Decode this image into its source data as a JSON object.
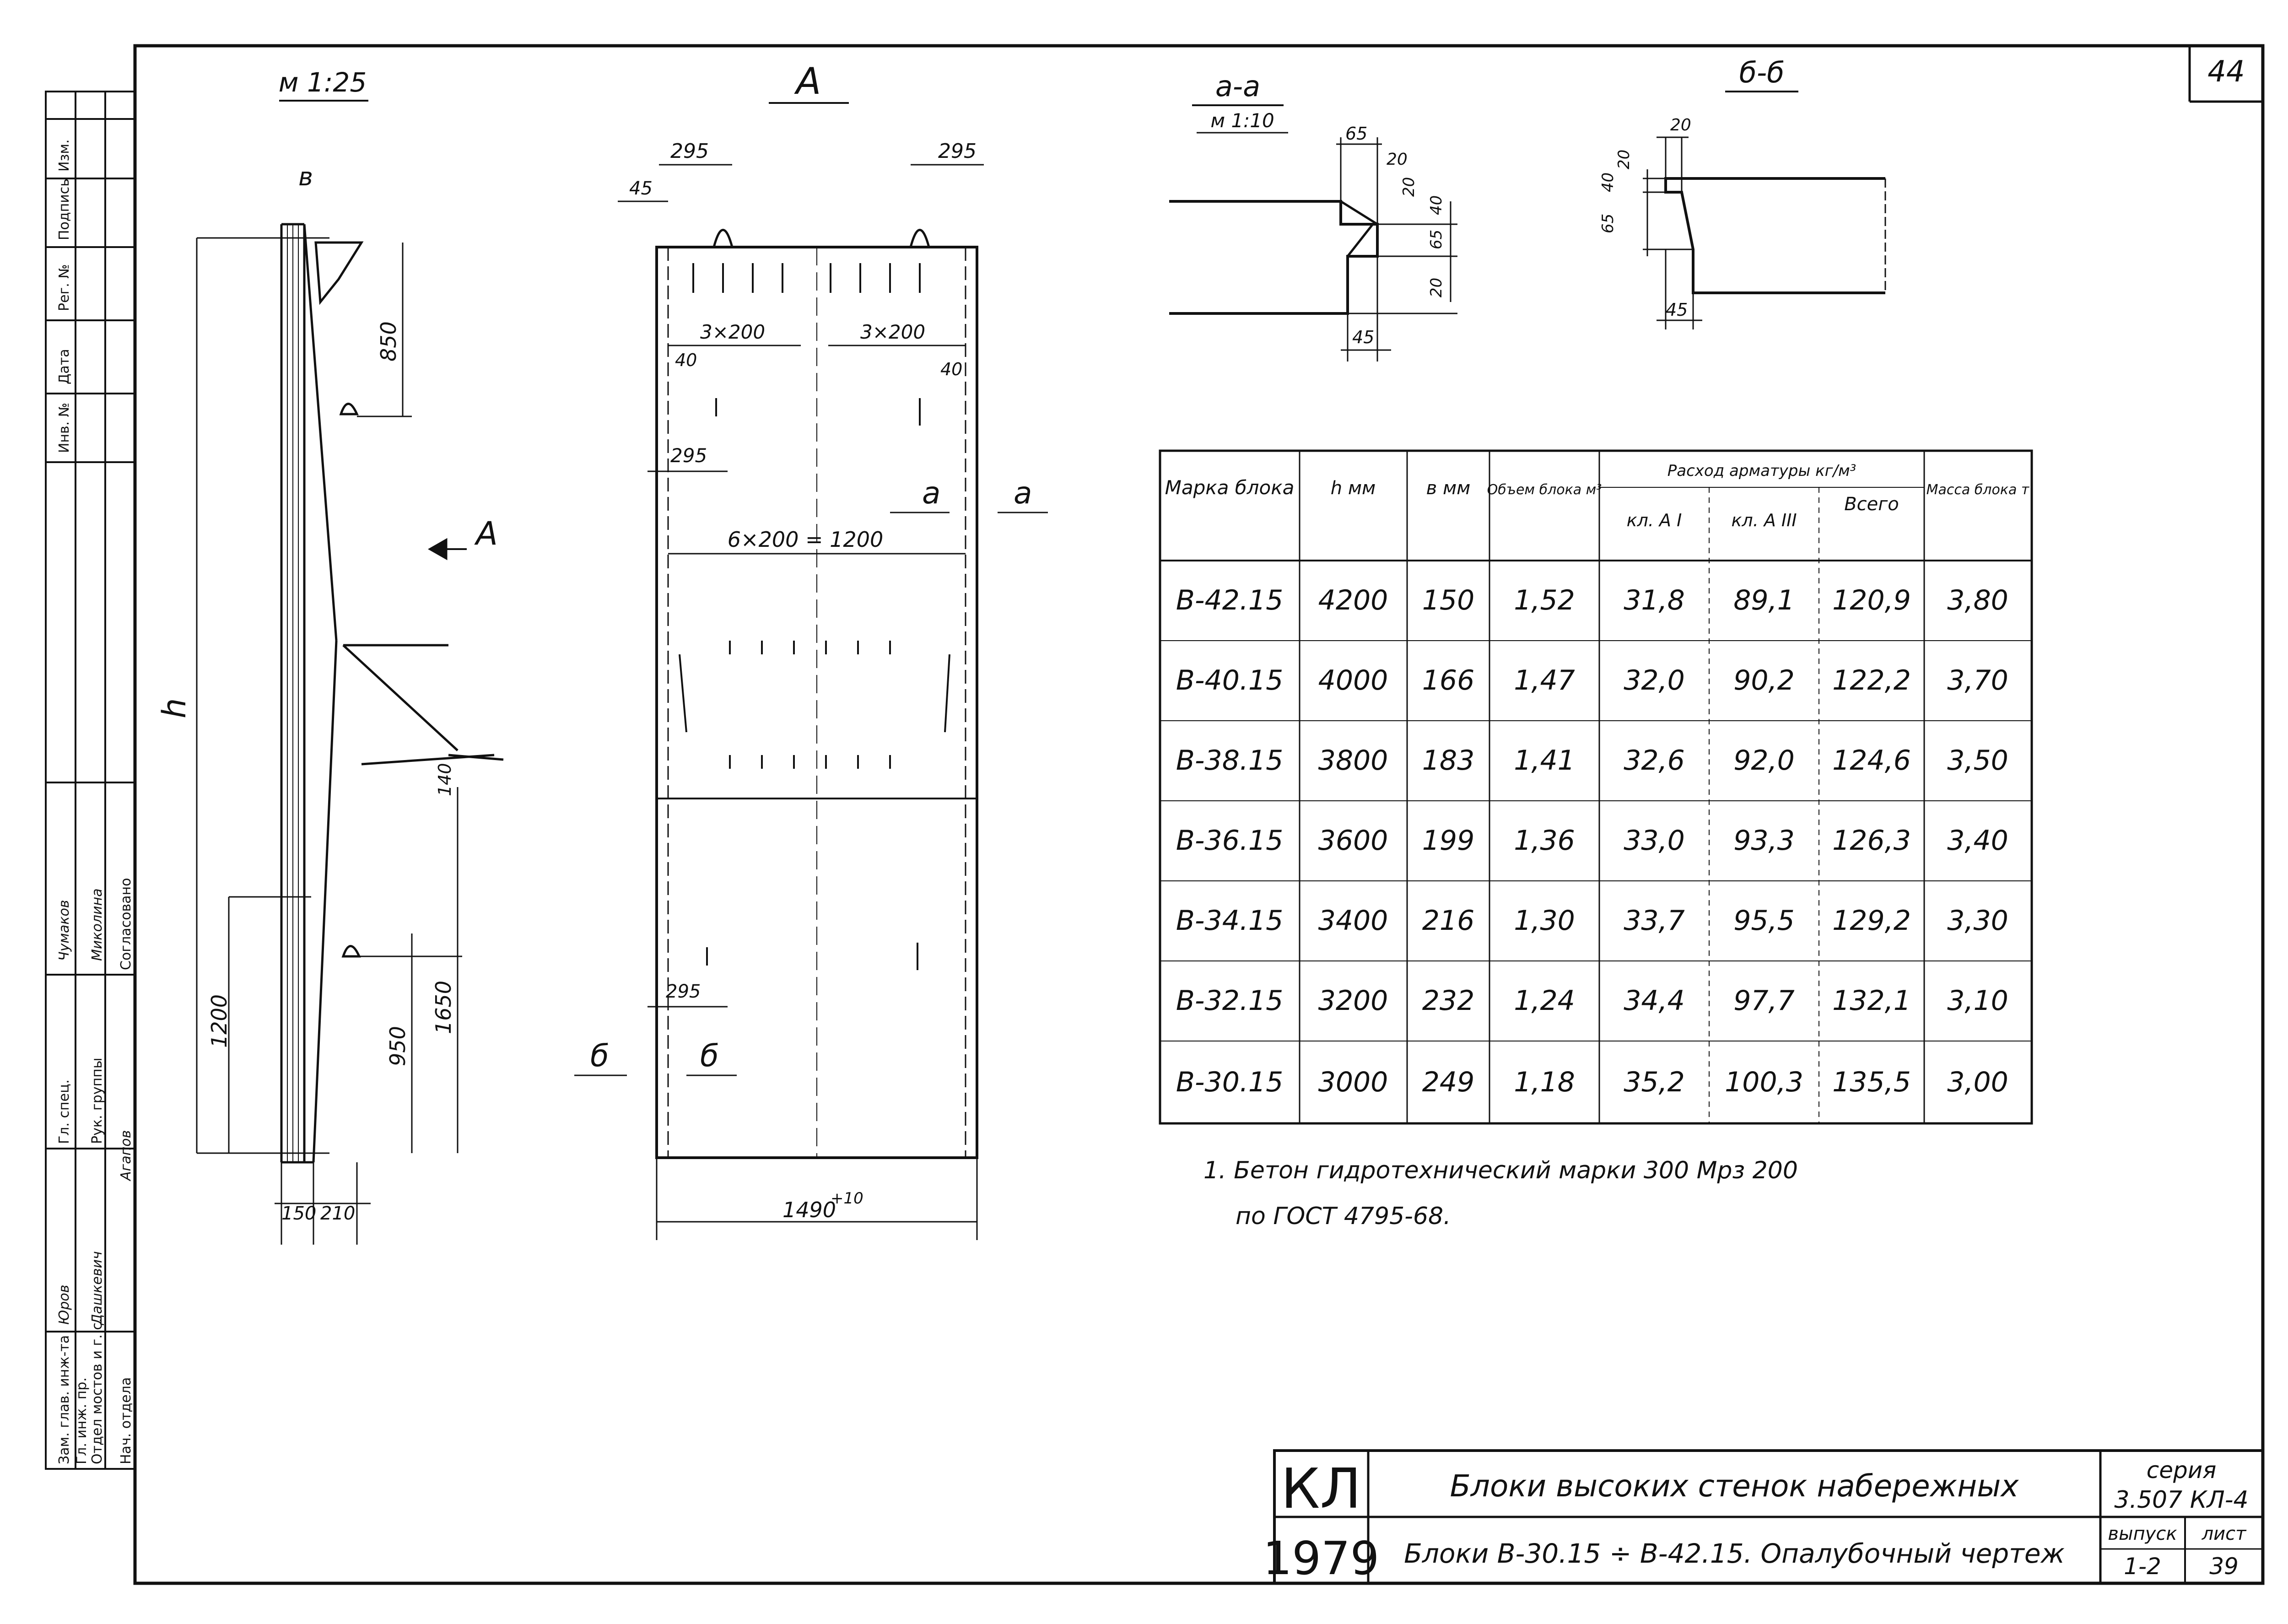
{
  "sheet_no": "44",
  "front_view": {
    "scale": "м 1:25",
    "dim_b": "в",
    "dim_h": "h",
    "dim_850": "850",
    "dim_1650": "1650",
    "dim_950": "950",
    "dim_1200": "1200",
    "dim_140": "140",
    "dim_150": "150",
    "dim_210": "210",
    "view_arrow": "A"
  },
  "view_a": {
    "title": "А",
    "dim_295_left": "295",
    "dim_295_right": "295",
    "dim_45": "45",
    "dim_3x200_left": "3×200",
    "dim_3x200_right": "3×200",
    "dim_40_left": "40",
    "dim_40_right": "40",
    "dim_295_mid": "295",
    "dim_6x200": "6×200 = 1200",
    "dim_295_low": "295",
    "dim_width": "1490",
    "dim_width_tol": "+10",
    "cut_a_left": "а",
    "cut_a_right": "а",
    "cut_b_left": "б",
    "cut_b_right": "б"
  },
  "section_aa": {
    "title": "а-а",
    "scale": "м 1:10",
    "dim_65": "65",
    "dim_20a": "20",
    "dim_20b": "20",
    "dim_40": "40",
    "dim_65b": "65",
    "dim_20c": "20",
    "dim_45": "45"
  },
  "section_bb": {
    "title": "б-б",
    "dim_20a": "20",
    "dim_20b": "20",
    "dim_40": "40",
    "dim_65": "65",
    "dim_45": "45"
  },
  "table": {
    "headers": {
      "mark": "Марка блока",
      "h": "h мм",
      "b": "в мм",
      "volume": "Объем блока м³",
      "rebar": "Расход арматуры кг/м³",
      "cl_a1": "кл. А I",
      "cl_a3": "кл. А III",
      "total": "Всего",
      "mass": "Масса блока т"
    },
    "rows": [
      [
        "В-42.15",
        "4200",
        "150",
        "1,52",
        "31,8",
        "89,1",
        "120,9",
        "3,80"
      ],
      [
        "В-40.15",
        "4000",
        "166",
        "1,47",
        "32,0",
        "90,2",
        "122,2",
        "3,70"
      ],
      [
        "В-38.15",
        "3800",
        "183",
        "1,41",
        "32,6",
        "92,0",
        "124,6",
        "3,50"
      ],
      [
        "В-36.15",
        "3600",
        "199",
        "1,36",
        "33,0",
        "93,3",
        "126,3",
        "3,40"
      ],
      [
        "В-34.15",
        "3400",
        "216",
        "1,30",
        "33,7",
        "95,5",
        "129,2",
        "3,30"
      ],
      [
        "В-32.15",
        "3200",
        "232",
        "1,24",
        "34,4",
        "97,7",
        "132,1",
        "3,10"
      ],
      [
        "В-30.15",
        "3000",
        "249",
        "1,18",
        "35,2",
        "100,3",
        "135,5",
        "3,00"
      ]
    ]
  },
  "note": {
    "line1": "1. Бетон гидротехнический марки 300 Мрз 200",
    "line2": "по ГОСТ 4795-68."
  },
  "title_block": {
    "org": "КЛ",
    "year": "1979",
    "title1": "Блоки высоких стенок набережных",
    "title2": "Блоки В-30.15 ÷ В-42.15. Опалубочный чертеж",
    "series_label": "серия",
    "series_value": "3.507 КЛ-4",
    "issue_label": "выпуск",
    "issue_value": "1-2",
    "sheet_label": "лист",
    "sheet_value": "39"
  },
  "side_stamp": {
    "top_cols": [
      "Инв. №",
      "Дата",
      "Рег. №",
      "Подпись",
      "Изм."
    ],
    "soglasovano": "Согласовано",
    "roles": [
      "Зам. глав. инж-та",
      "Гл. инж. пр.",
      "Отдел мостов и г. с.",
      "Нач. отдела",
      "Гл. спец.",
      "Рук. группы"
    ],
    "names": [
      "Юров",
      "Дашкевич",
      "Агапов",
      "Чумаков",
      "Миколина"
    ]
  }
}
